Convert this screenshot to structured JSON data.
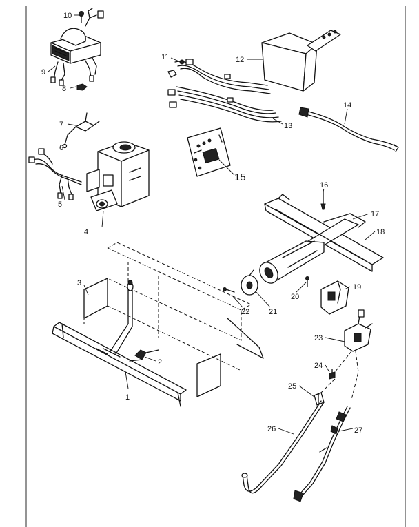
{
  "parts": [
    {
      "n": "1"
    },
    {
      "n": "2"
    },
    {
      "n": "3"
    },
    {
      "n": "4"
    },
    {
      "n": "5"
    },
    {
      "n": "6"
    },
    {
      "n": "7"
    },
    {
      "n": "8"
    },
    {
      "n": "9"
    },
    {
      "n": "10"
    },
    {
      "n": "11"
    },
    {
      "n": "12"
    },
    {
      "n": "13"
    },
    {
      "n": "14"
    },
    {
      "n": "15"
    },
    {
      "n": "16"
    },
    {
      "n": "17"
    },
    {
      "n": "18"
    },
    {
      "n": "19"
    },
    {
      "n": "20"
    },
    {
      "n": "21"
    },
    {
      "n": "22"
    },
    {
      "n": "23"
    },
    {
      "n": "24"
    },
    {
      "n": "25"
    },
    {
      "n": "26"
    },
    {
      "n": "27"
    }
  ],
  "colors": {
    "ink": "#111111",
    "paper": "#ffffff"
  }
}
